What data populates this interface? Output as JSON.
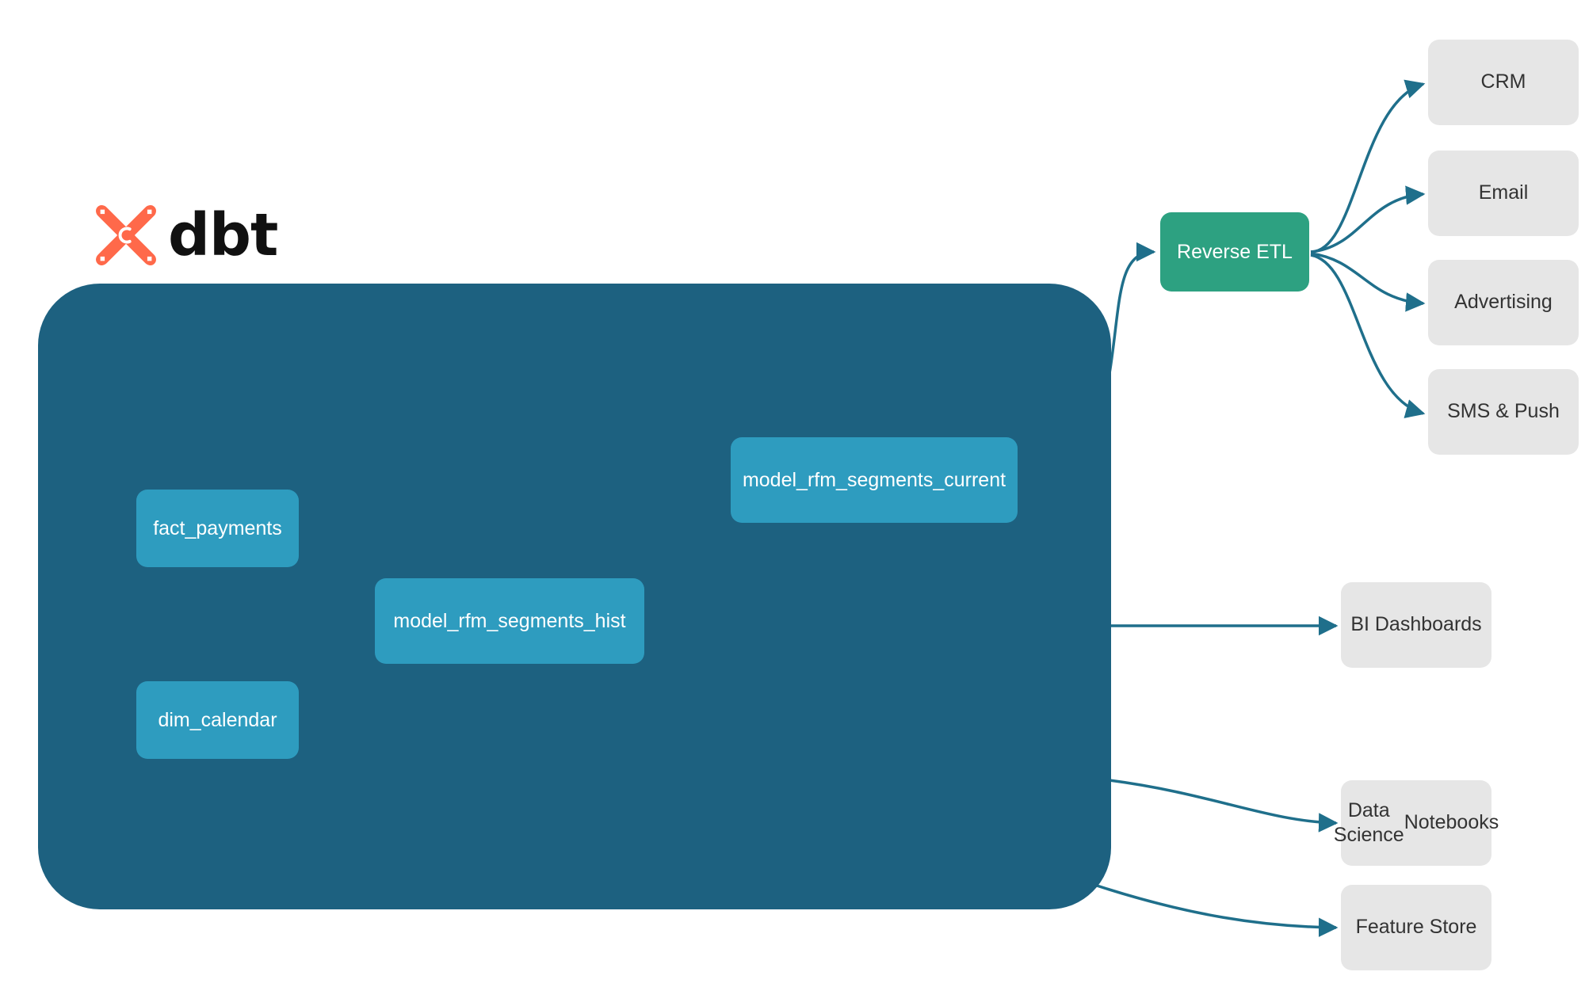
{
  "diagram": {
    "title_logo": {
      "wordmark": "dbt",
      "mark_icon": "dbt-x-logo-icon"
    },
    "colors": {
      "container": "#1D6180",
      "model_node": "#2E9CBF",
      "reverse_etl_node": "#2DA181",
      "destination_node": "#E6E6E6",
      "edge_outer": "#1F6F8B",
      "edge_inner": "#2E9CBF",
      "node_text": "#FFFFFF",
      "destination_text": "#333333",
      "logo_mark": "#FF694A",
      "background": "#FFFFFF"
    },
    "project_container": {
      "label": ""
    },
    "models": [
      {
        "id": "fact_payments",
        "label": "fact_payments"
      },
      {
        "id": "dim_calendar",
        "label": "dim_calendar"
      },
      {
        "id": "model_rfm_segments_hist",
        "label": "model_rfm_segments_hist"
      },
      {
        "id": "model_rfm_segments_current",
        "label": "model_rfm_segments_current"
      }
    ],
    "activation": {
      "id": "reverse_etl",
      "label": "Reverse ETL"
    },
    "destinations": [
      {
        "id": "crm",
        "label": "CRM"
      },
      {
        "id": "email",
        "label": "Email"
      },
      {
        "id": "advertising",
        "label": "Advertising"
      },
      {
        "id": "sms_push",
        "label": "SMS & Push"
      },
      {
        "id": "bi_dashboards",
        "label": "BI Dashboards"
      },
      {
        "id": "ds_notebooks",
        "label": "Data Science\nNotebooks"
      },
      {
        "id": "ds_notebooks_line1",
        "label": "Data Science"
      },
      {
        "id": "ds_notebooks_line2",
        "label": "Notebooks"
      },
      {
        "id": "feature_store",
        "label": "Feature Store"
      }
    ],
    "edges": [
      {
        "from": "fact_payments",
        "to": "model_rfm_segments_hist",
        "style": "inner"
      },
      {
        "from": "dim_calendar",
        "to": "model_rfm_segments_hist",
        "style": "inner"
      },
      {
        "from": "model_rfm_segments_hist",
        "to": "model_rfm_segments_current",
        "style": "inner"
      },
      {
        "from": "model_rfm_segments_current",
        "to": "reverse_etl",
        "style": "outer"
      },
      {
        "from": "reverse_etl",
        "to": "crm",
        "style": "outer"
      },
      {
        "from": "reverse_etl",
        "to": "email",
        "style": "outer"
      },
      {
        "from": "reverse_etl",
        "to": "advertising",
        "style": "outer"
      },
      {
        "from": "reverse_etl",
        "to": "sms_push",
        "style": "outer"
      },
      {
        "from": "model_rfm_segments_hist",
        "to": "bi_dashboards",
        "style": "outer"
      },
      {
        "from": "model_rfm_segments_hist",
        "to": "ds_notebooks",
        "style": "outer"
      },
      {
        "from": "model_rfm_segments_hist",
        "to": "feature_store",
        "style": "outer"
      }
    ]
  }
}
